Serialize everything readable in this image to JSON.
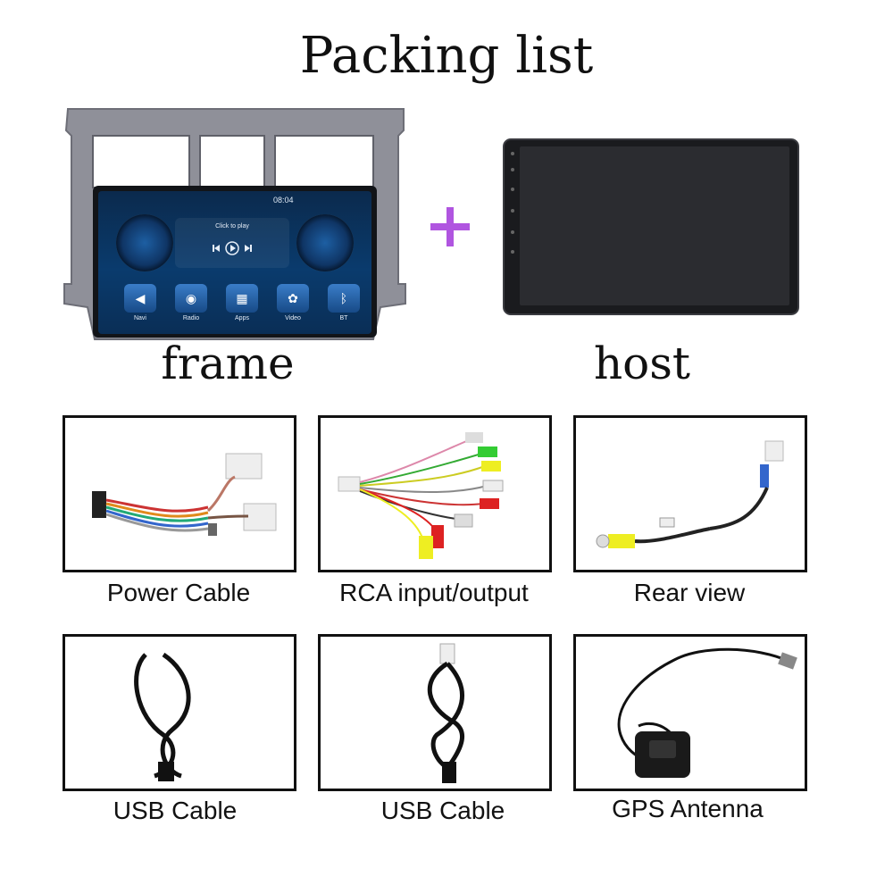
{
  "title": "Packing list",
  "main_items": [
    {
      "label": "frame"
    },
    {
      "label": "host"
    }
  ],
  "frame_screen": {
    "time": "08:04",
    "media_prompt": "Click to play",
    "apps": [
      "Navi",
      "Radio",
      "Apps",
      "Video",
      "BT"
    ]
  },
  "accessories": [
    {
      "label": "Power Cable"
    },
    {
      "label": "RCA input/output"
    },
    {
      "label": "Rear view"
    },
    {
      "label": "USB Cable"
    },
    {
      "label": "USB Cable"
    },
    {
      "label": "GPS Antenna"
    }
  ],
  "colors": {
    "plus": "#b055e0",
    "frame_grey": "#8e8f98",
    "screen_blue": "#0a3b6d"
  }
}
